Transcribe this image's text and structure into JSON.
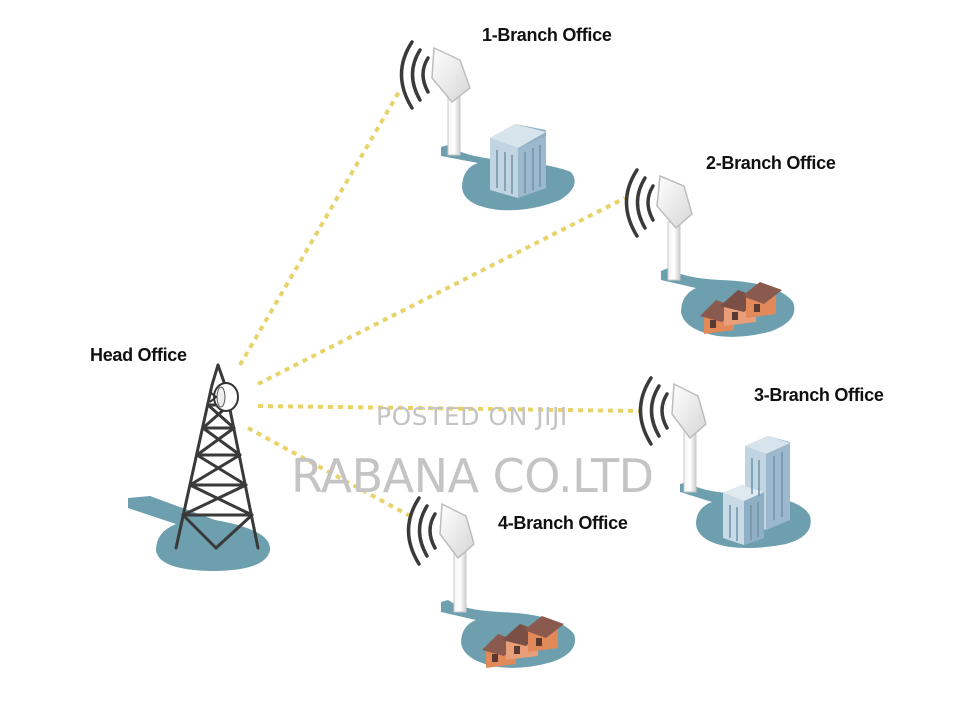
{
  "nodes": {
    "head": {
      "label": "Head Office"
    },
    "branch1": {
      "label": "1-Branch Office"
    },
    "branch2": {
      "label": "2-Branch Office"
    },
    "branch3": {
      "label": "3-Branch Office"
    },
    "branch4": {
      "label": "4-Branch Office"
    }
  },
  "watermark": {
    "line1": "POSTED ON JIJI",
    "line2": "RABANA CO.LTD"
  },
  "colors": {
    "ground": "#6d9fae",
    "link": "#e8d36a",
    "tower": "#3a3a3a",
    "mast": "#d8d8d8",
    "building_blue": "#a8c4d6",
    "house_orange": "#e2895a",
    "house_roof": "#8a5a4e"
  }
}
